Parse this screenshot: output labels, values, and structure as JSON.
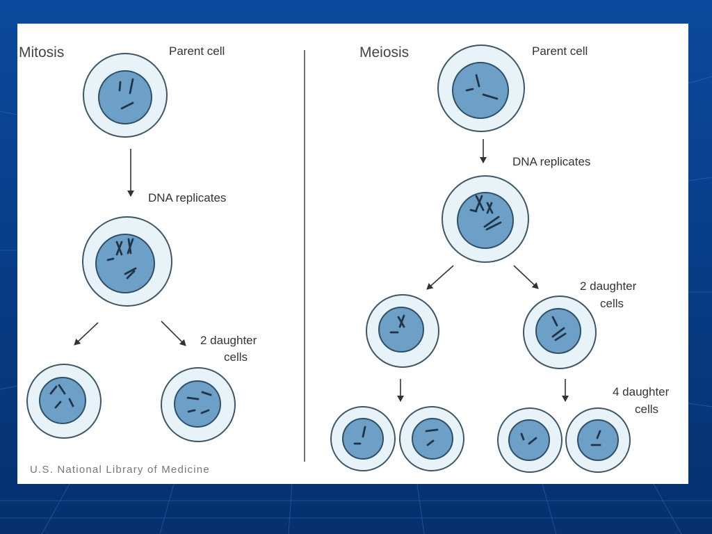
{
  "panels": {
    "mitosis": {
      "title": "Mitosis",
      "parent_label": "Parent cell",
      "replicate_label": "DNA replicates",
      "daughters_label_line1": "2 daughter",
      "daughters_label_line2": "cells"
    },
    "meiosis": {
      "title": "Meiosis",
      "parent_label": "Parent cell",
      "replicate_label": "DNA replicates",
      "daughters2_label_line1": "2 daughter",
      "daughters2_label_line2": "cells",
      "daughters4_label_line1": "4 daughter",
      "daughters4_label_line2": "cells"
    }
  },
  "credit": "U.S. National Library of Medicine",
  "colors": {
    "background": "#0a3f8a",
    "cell_outer": "#e7f2f9",
    "cell_nucleus": "#6e9fc7",
    "chromosome": "#1f3448"
  }
}
